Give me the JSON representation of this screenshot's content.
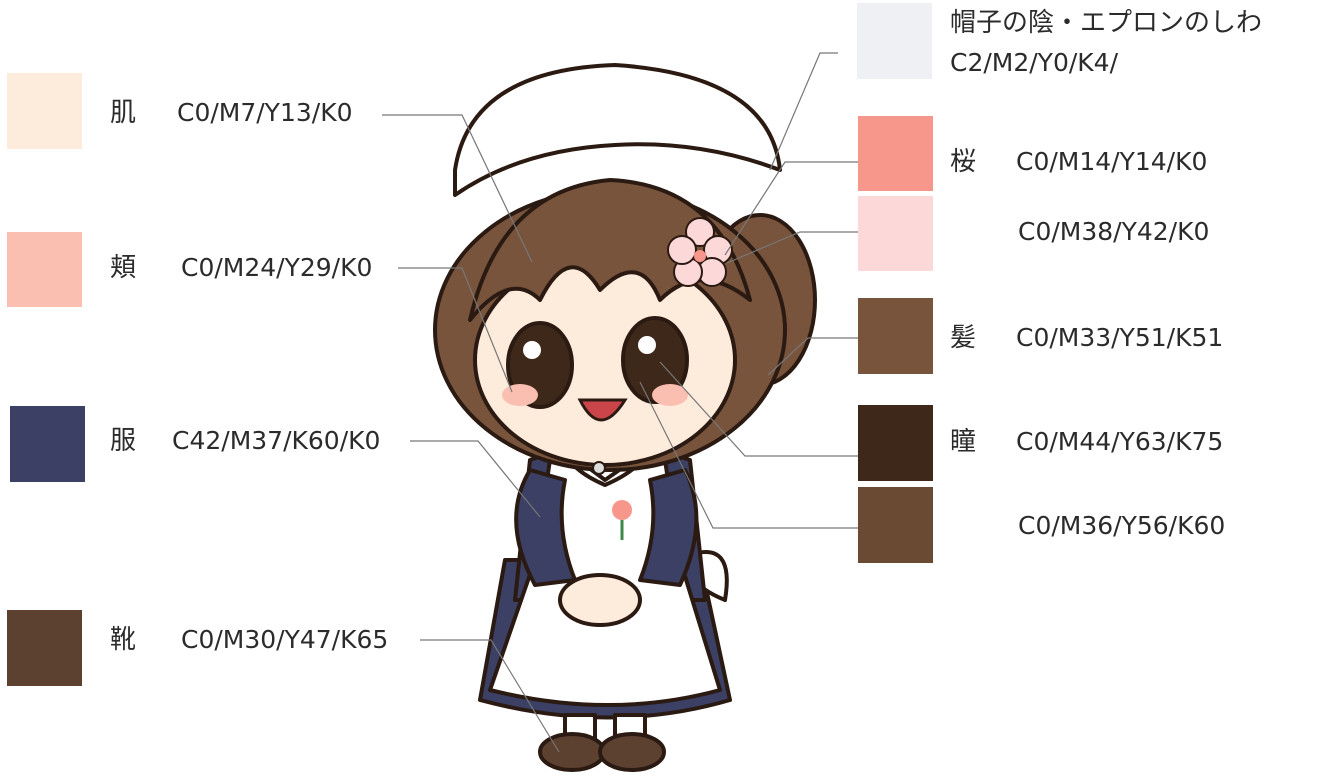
{
  "left_items": [
    {
      "label": "肌",
      "code": "C0/M7/Y13/K0",
      "color": "#fdecdc"
    },
    {
      "label": "頬",
      "code": "C0/M24/Y29/K0",
      "color": "#fbbfb2"
    },
    {
      "label": "服",
      "code": "C42/M37/K60/K0",
      "color": "#3b4064"
    },
    {
      "label": "靴",
      "code": "C0/M30/Y47/K65",
      "color": "#5c4030"
    }
  ],
  "right_items": [
    {
      "label": "帽子の陰・エプロンのしわ",
      "code": "C2/M2/Y0/K4/",
      "color": "#eef0f4"
    },
    {
      "label": "桜",
      "code": "C0/M14/Y14/K0",
      "color": "#f7968a"
    },
    {
      "label": "",
      "code": "C0/M38/Y42/K0",
      "color": "#fdd8d8"
    },
    {
      "label": "髪",
      "code": "C0/M33/Y51/K51",
      "color": "#79543c"
    },
    {
      "label": "瞳",
      "code": "C0/M44/Y63/K75",
      "color": "#3e2819"
    },
    {
      "label": "",
      "code": "C0/M36/Y56/K60",
      "color": "#6b4a33"
    }
  ]
}
